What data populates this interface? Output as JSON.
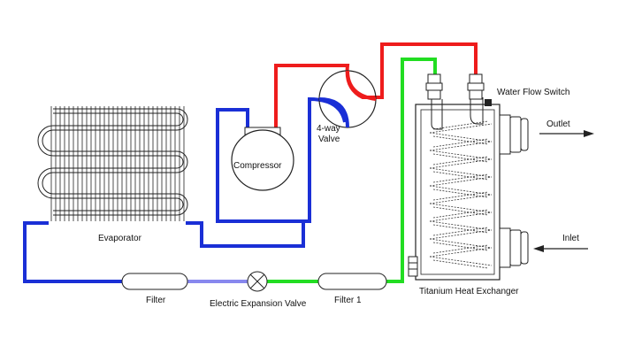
{
  "labels": {
    "evaporator": "Evaporator",
    "compressor": "Compressor",
    "valve_line1": "4-way",
    "valve_line2": "Valve",
    "water_flow_switch": "Water Flow Switch",
    "outlet": "Outlet",
    "inlet": "Inlet",
    "filter": "Filter",
    "expansion_valve": "Electric Expansion Valve",
    "filter1": "Filter 1",
    "heat_exchanger": "Titanium Heat Exchanger"
  },
  "colors": {
    "hot_gas": "#ee1c1c",
    "suction": "#1a2fd6",
    "liquid": "#22dd22",
    "expansion": "#8888ee",
    "outline": "#222222"
  }
}
